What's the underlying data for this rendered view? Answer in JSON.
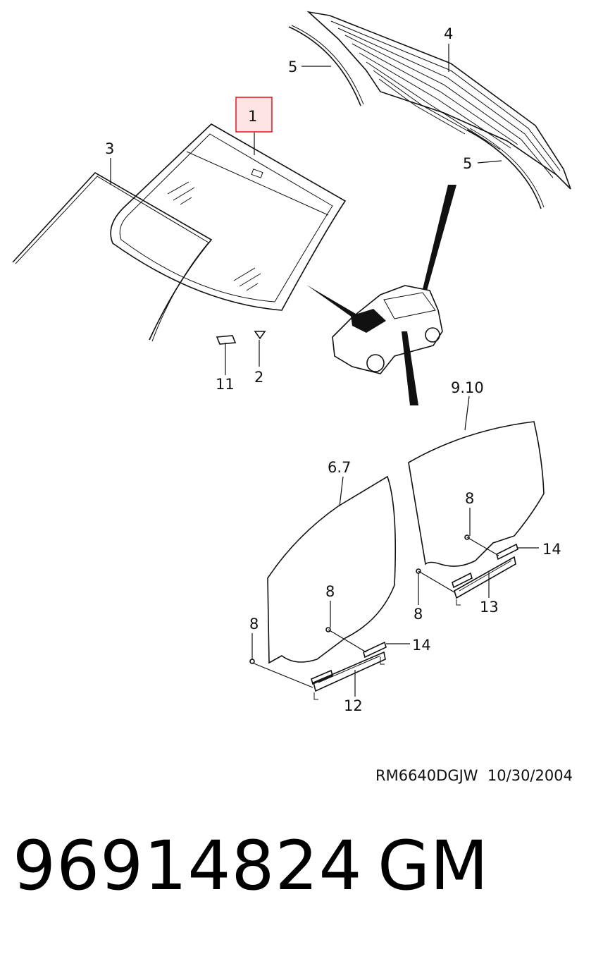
{
  "callouts": {
    "c1": "1",
    "c2": "2",
    "c3": "3",
    "c4": "4",
    "c5a": "5",
    "c5b": "5",
    "c67": "6.7",
    "c8a": "8",
    "c8b": "8",
    "c8c": "8",
    "c8d": "8",
    "c910": "9.10",
    "c11": "11",
    "c12": "12",
    "c13": "13",
    "c14a": "14",
    "c14b": "14"
  },
  "highlight": {
    "color": "#e8202a",
    "fill": "#fde3e4"
  },
  "drawing_ref": "RM6640DGJW  10/30/2004",
  "part_number": "96914824",
  "manufacturer": "GM"
}
